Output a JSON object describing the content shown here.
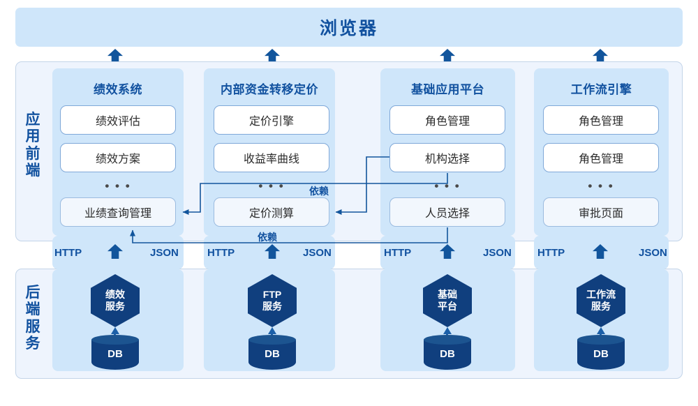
{
  "browser": {
    "title": "浏览器"
  },
  "layers": {
    "frontend_label": "应用前端",
    "backend_label": "后端服务"
  },
  "columns": [
    {
      "id": "performance",
      "title": "绩效系统",
      "modules": [
        "绩效评估",
        "绩效方案"
      ],
      "ellipsis": "• • •",
      "bottom_module": "业绩查询管理",
      "protocol_left": "HTTP",
      "protocol_right": "JSON",
      "service": "绩效\n服务",
      "service_line1": "绩效",
      "service_line2": "服务",
      "database": "DB"
    },
    {
      "id": "ftp",
      "title": "内部资金转移定价",
      "modules": [
        "定价引擎",
        "收益率曲线"
      ],
      "ellipsis": "• • •",
      "bottom_module": "定价测算",
      "protocol_left": "HTTP",
      "protocol_right": "JSON",
      "service": "FTP\n服务",
      "service_line1": "FTP",
      "service_line2": "服务",
      "database": "DB"
    },
    {
      "id": "platform",
      "title": "基础应用平台",
      "modules": [
        "角色管理",
        "机构选择"
      ],
      "ellipsis": "• • •",
      "bottom_module": "人员选择",
      "protocol_left": "HTTP",
      "protocol_right": "JSON",
      "service": "基础\n平台",
      "service_line1": "基础",
      "service_line2": "平台",
      "database": "DB"
    },
    {
      "id": "workflow",
      "title": "工作流引擎",
      "modules": [
        "角色管理",
        "角色管理"
      ],
      "ellipsis": "• • •",
      "bottom_module": "审批页面",
      "protocol_left": "HTTP",
      "protocol_right": "JSON",
      "service": "工作流\n服务",
      "service_line1": "工作流",
      "service_line2": "服务",
      "database": "DB"
    }
  ],
  "dependencies": [
    {
      "id": "dep-top-right",
      "label": "依赖"
    },
    {
      "id": "dep-bottom",
      "label": "依赖"
    }
  ],
  "colors": {
    "brand_blue": "#11519f",
    "band_blue": "#cfe6fa",
    "panel_blue": "#eef4fd",
    "navy": "#103f7e",
    "line_blue": "#1b5fa8"
  }
}
